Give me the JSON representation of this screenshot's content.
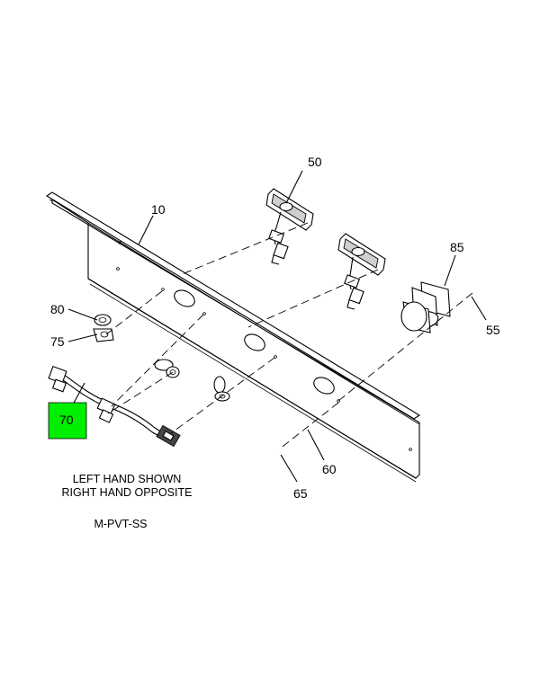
{
  "callouts": {
    "c10": "10",
    "c50": "50",
    "c55": "55",
    "c60": "60",
    "c65": "65",
    "c70": "70",
    "c75": "75",
    "c80": "80",
    "c85": "85"
  },
  "notes": {
    "line1": "LEFT HAND SHOWN",
    "line2": "RIGHT HAND OPPOSITE",
    "code": "M-PVT-SS"
  },
  "colors": {
    "highlight": "#00ee00"
  }
}
